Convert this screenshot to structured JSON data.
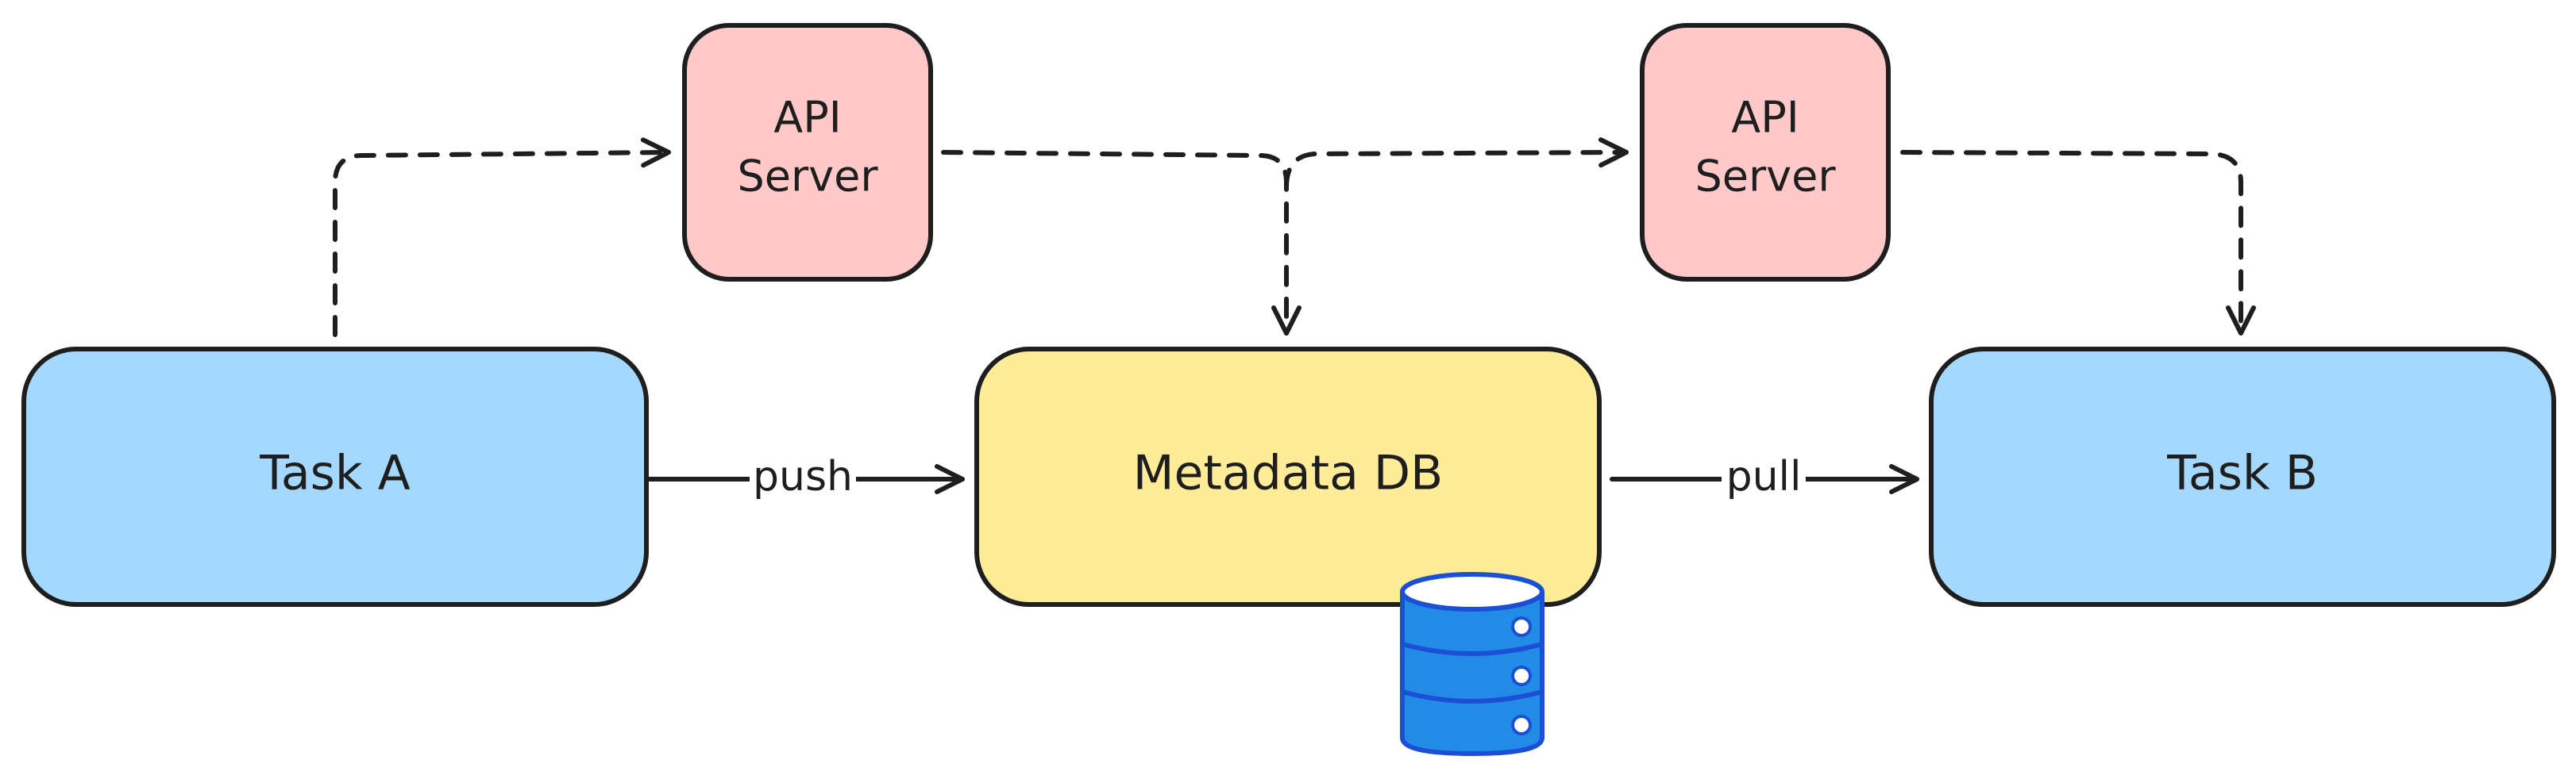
{
  "nodes": {
    "task_a": {
      "label": "Task A",
      "fill": "#a5d8ff"
    },
    "task_b": {
      "label": "Task B",
      "fill": "#a5d8ff"
    },
    "metadata_db": {
      "label": "Metadata DB",
      "fill": "#ffec99"
    },
    "api_server_1": {
      "line1": "API",
      "line2": "Server",
      "fill": "#ffc9c9"
    },
    "api_server_2": {
      "line1": "API",
      "line2": "Server",
      "fill": "#ffc9c9"
    }
  },
  "edges": {
    "push": {
      "label": "push"
    },
    "pull": {
      "label": "pull"
    }
  },
  "icons": {
    "database": {
      "name": "database-icon",
      "color": "#228be6"
    }
  },
  "colors": {
    "stroke": "#1e1e1e"
  }
}
